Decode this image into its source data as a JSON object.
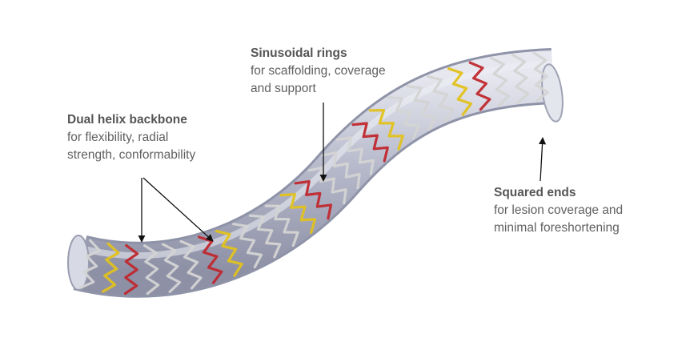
{
  "colors": {
    "background": "#ffffff",
    "tube_fill": "#b9bccd",
    "tube_edge": "#8f93a8",
    "strut_gray": "#d4d4d4",
    "strut_red": "#c0282e",
    "strut_yellow": "#e2c21c",
    "arrow": "#111111",
    "text": "#606060"
  },
  "callouts": {
    "rings": {
      "heading": "Sinusoidal rings",
      "lines": [
        "for scaffolding, coverage",
        "and support"
      ]
    },
    "helix": {
      "heading": "Dual helix backbone",
      "lines": [
        "for flexibility, radial",
        "strength, conformability"
      ]
    },
    "ends": {
      "heading": "Squared ends",
      "lines": [
        "for lesion coverage and",
        "minimal foreshortening"
      ]
    }
  }
}
